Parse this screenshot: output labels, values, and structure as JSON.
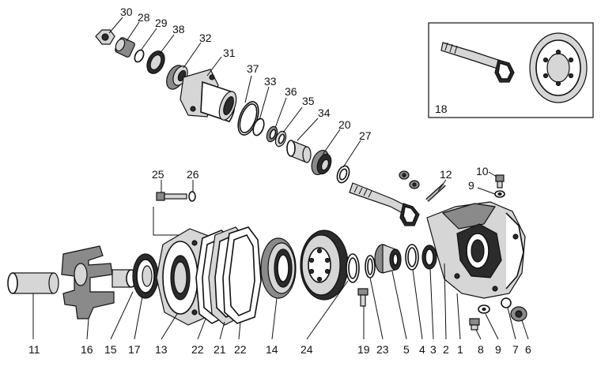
{
  "callouts": [
    {
      "id": "c30",
      "text": "30"
    },
    {
      "id": "c28",
      "text": "28"
    },
    {
      "id": "c29",
      "text": "29"
    },
    {
      "id": "c38",
      "text": "38"
    },
    {
      "id": "c32",
      "text": "32"
    },
    {
      "id": "c31",
      "text": "31"
    },
    {
      "id": "c37",
      "text": "37"
    },
    {
      "id": "c33",
      "text": "33"
    },
    {
      "id": "c36",
      "text": "36"
    },
    {
      "id": "c35",
      "text": "35"
    },
    {
      "id": "c34",
      "text": "34"
    },
    {
      "id": "c20",
      "text": "20"
    },
    {
      "id": "c27",
      "text": "27"
    },
    {
      "id": "c18",
      "text": "18"
    },
    {
      "id": "c12",
      "text": "12"
    },
    {
      "id": "c10",
      "text": "10"
    },
    {
      "id": "c9a",
      "text": "9"
    },
    {
      "id": "c25",
      "text": "25"
    },
    {
      "id": "c26",
      "text": "26"
    },
    {
      "id": "c11",
      "text": "11"
    },
    {
      "id": "c16",
      "text": "16"
    },
    {
      "id": "c15",
      "text": "15"
    },
    {
      "id": "c17",
      "text": "17"
    },
    {
      "id": "c13",
      "text": "13"
    },
    {
      "id": "c22a",
      "text": "22"
    },
    {
      "id": "c21",
      "text": "21"
    },
    {
      "id": "c22b",
      "text": "22"
    },
    {
      "id": "c14",
      "text": "14"
    },
    {
      "id": "c24",
      "text": "24"
    },
    {
      "id": "c19",
      "text": "19"
    },
    {
      "id": "c23",
      "text": "23"
    },
    {
      "id": "c5",
      "text": "5"
    },
    {
      "id": "c4",
      "text": "4"
    },
    {
      "id": "c3",
      "text": "3"
    },
    {
      "id": "c2",
      "text": "2"
    },
    {
      "id": "c1",
      "text": "1"
    },
    {
      "id": "c8",
      "text": "8"
    },
    {
      "id": "c9b",
      "text": "9"
    },
    {
      "id": "c7",
      "text": "7"
    },
    {
      "id": "c6",
      "text": "6"
    }
  ]
}
